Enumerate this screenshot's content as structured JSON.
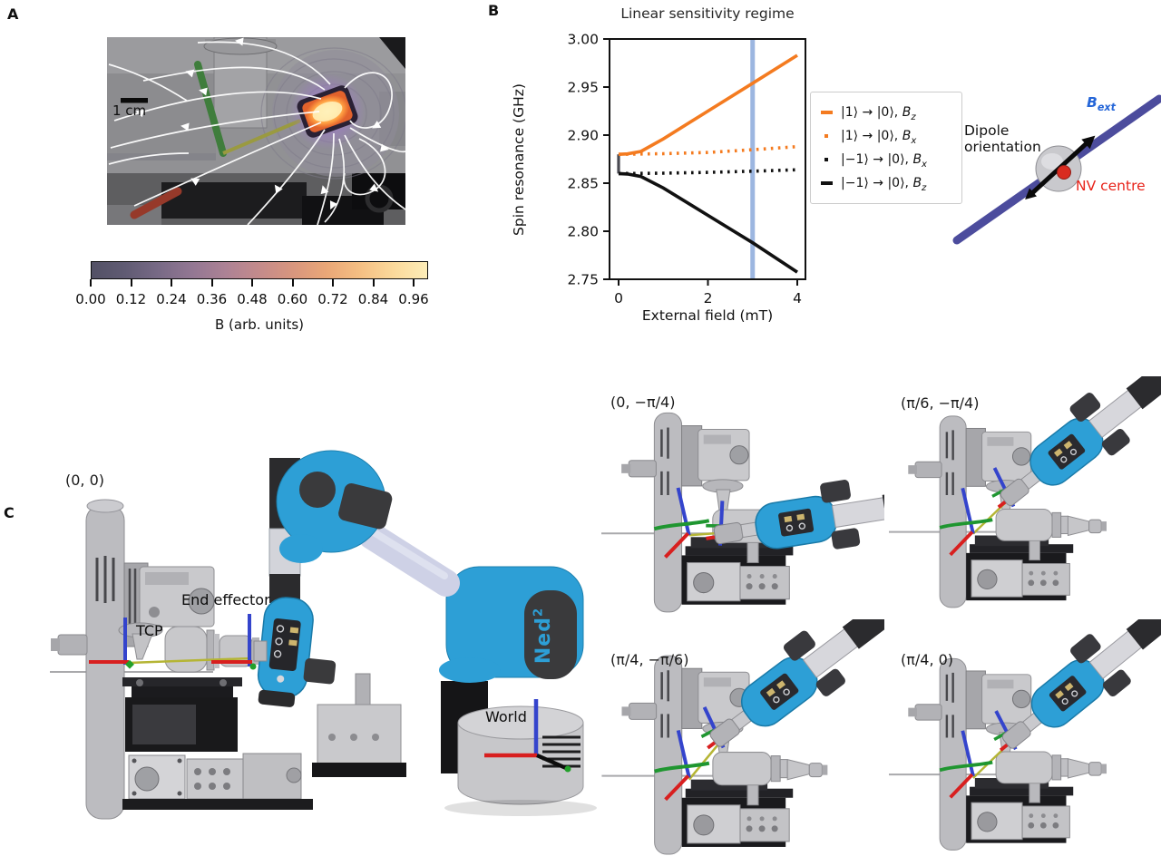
{
  "figure": {
    "panel_a": {
      "letter": "A",
      "scale_bar_label": "1 cm",
      "colorbar": {
        "tick_labels": [
          "0.00",
          "0.12",
          "0.24",
          "0.36",
          "0.48",
          "0.60",
          "0.72",
          "0.84",
          "0.96"
        ],
        "label": "B (arb. units)",
        "gradient": [
          "#535165",
          "#605b73",
          "#786a86",
          "#937793",
          "#ad8295",
          "#c48b8b",
          "#d8967e",
          "#eaa777",
          "#f5bf83",
          "#fbd99b",
          "#fdedb8"
        ]
      }
    },
    "panel_b": {
      "letter": "B",
      "dipole": {
        "field_label_base": "B",
        "field_label_sub": "ext",
        "orientation_label_line1": "Dipole",
        "orientation_label_line2": "orientation",
        "nv_label": "NV centre",
        "rod_color": "#4c4c9d",
        "field_label_color": "#2566d8",
        "nv_label_color": "#e8231a"
      }
    },
    "panel_c": {
      "letter": "C",
      "main_pose_label": "(0, 0)",
      "tcp_label": "TCP",
      "end_effector_label": "End effector",
      "world_label": "World",
      "brand_base": "Ned",
      "brand_sup": "2",
      "poses": [
        {
          "label": "(0, −π/4)"
        },
        {
          "label": "(π/6, −π/4)"
        },
        {
          "label": "(π/4, −π/6)"
        },
        {
          "label": "(π/4, 0)"
        }
      ]
    }
  },
  "chart_data": {
    "type": "line",
    "title": "Linear sensitivity regime",
    "xlabel": "External field (mT)",
    "ylabel": "Spin resonance (GHz)",
    "xlim": [
      -0.2,
      4.18
    ],
    "ylim": [
      2.75,
      3.0
    ],
    "xticks": [
      0,
      2,
      4
    ],
    "yticks": [
      2.75,
      2.8,
      2.85,
      2.9,
      2.95,
      3.0
    ],
    "grid": false,
    "legend_position": "outside-right",
    "highlight_vline": {
      "x": 3,
      "color": "#9cb6e0",
      "width": 5
    },
    "zero_field_marker": {
      "x": 0,
      "y_from": 2.86,
      "y_to": 2.88,
      "color": "#4a4a52"
    },
    "series": [
      {
        "legend": {
          "prefix": "|1⟩ → |0⟩,",
          "sym": "B",
          "sub": "z"
        },
        "color": "#f47b20",
        "dash": "solid",
        "x": [
          0,
          0.2,
          0.5,
          1,
          2,
          3,
          4
        ],
        "y": [
          2.88,
          2.8805,
          2.883,
          2.896,
          2.925,
          2.954,
          2.983
        ]
      },
      {
        "legend": {
          "prefix": "|1⟩ → |0⟩,",
          "sym": "B",
          "sub": "x"
        },
        "color": "#f47b20",
        "dash": "dotted",
        "x": [
          0,
          1,
          2,
          3,
          4
        ],
        "y": [
          2.88,
          2.8807,
          2.882,
          2.8848,
          2.888
        ]
      },
      {
        "legend": {
          "prefix": "|−1⟩ → |0⟩,",
          "sym": "B",
          "sub": "x"
        },
        "color": "#111111",
        "dash": "dotted",
        "x": [
          0,
          1,
          2,
          3,
          4
        ],
        "y": [
          2.86,
          2.8604,
          2.8612,
          2.8625,
          2.864
        ]
      },
      {
        "legend": {
          "prefix": "|−1⟩ → |0⟩,",
          "sym": "B",
          "sub": "z"
        },
        "color": "#111111",
        "dash": "solid",
        "x": [
          0,
          0.2,
          0.5,
          1,
          2,
          3,
          4
        ],
        "y": [
          2.86,
          2.8595,
          2.857,
          2.845,
          2.8165,
          2.788,
          2.7575
        ]
      }
    ]
  }
}
